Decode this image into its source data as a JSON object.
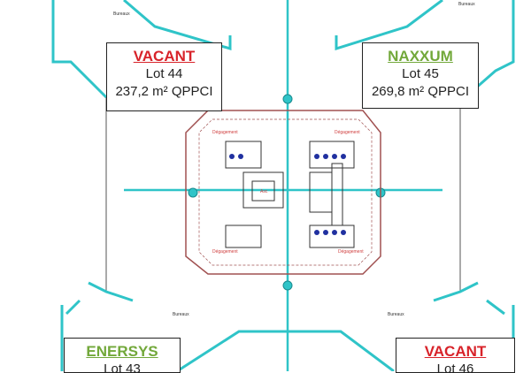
{
  "lots": [
    {
      "status": "VACANT",
      "lot": "Lot 44",
      "area": "237,2 m² QPPCI",
      "color": "#d8232a"
    },
    {
      "status": "NAXXUM",
      "lot": "Lot 45",
      "area": "269,8 m² QPPCI",
      "color": "#72a83a"
    },
    {
      "status": "ENERSYS",
      "lot": "Lot 43",
      "color": "#72a83a"
    },
    {
      "status": "VACANT",
      "lot": "Lot 46",
      "color": "#d8232a"
    }
  ],
  "room_labels": {
    "bureaux": "Bureaux",
    "degagement": "Dégagement",
    "asc": "Asc"
  },
  "colors": {
    "wall": "#2fc4c8",
    "core": "#a05050",
    "sanitary": "#2030a0"
  }
}
